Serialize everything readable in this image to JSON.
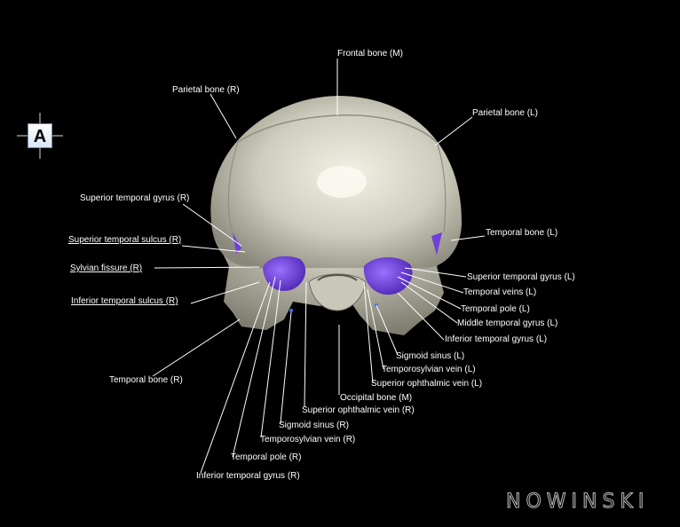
{
  "orientation": {
    "letter": "A"
  },
  "labels": {
    "frontal_bone_m": "Frontal bone (M)",
    "parietal_bone_r": "Parietal bone (R)",
    "parietal_bone_l": "Parietal bone (L)",
    "superior_temporal_gyrus_r": "Superior temporal gyrus (R)",
    "superior_temporal_sulcus_r": "Superior temporal sulcus (R)",
    "sylvian_fissure_r": "Sylvian fissure (R)",
    "inferior_temporal_sulcus_r": "Inferior temporal sulcus (R)",
    "temporal_bone_r": "Temporal bone (R)",
    "temporal_bone_l": "Temporal bone (L)",
    "superior_temporal_gyrus_l": "Superior temporal gyrus (L)",
    "temporal_veins_l": "Temporal veins (L)",
    "temporal_pole_l": "Temporal pole (L)",
    "middle_temporal_gyrus_l": "Middle temporal gyrus (L)",
    "inferior_temporal_gyrus_l": "Inferior temporal gyrus (L)",
    "sigmoid_sinus_l": "Sigmoid sinus (L)",
    "temporosylvian_vein_l": "Temporosylvian vein (L)",
    "superior_ophthalmic_vein_l": "Superior ophthalmic vein (L)",
    "occipital_bone_m": "Occipital bone (M)",
    "superior_ophthalmic_vein_r": "Superior ophthalmic vein (R)",
    "sigmoid_sinus_r": "Sigmoid sinus (R)",
    "temporosylvian_vein_r": "Temporosylvian vein (R)",
    "temporal_pole_r": "Temporal pole (R)",
    "inferior_temporal_gyrus_r": "Inferior temporal gyrus (R)"
  },
  "watermark": "NOWINSKI",
  "colors": {
    "background": "#000000",
    "bone": "#d8d6c8",
    "brain": "#7040d8",
    "label": "#ffffff"
  }
}
